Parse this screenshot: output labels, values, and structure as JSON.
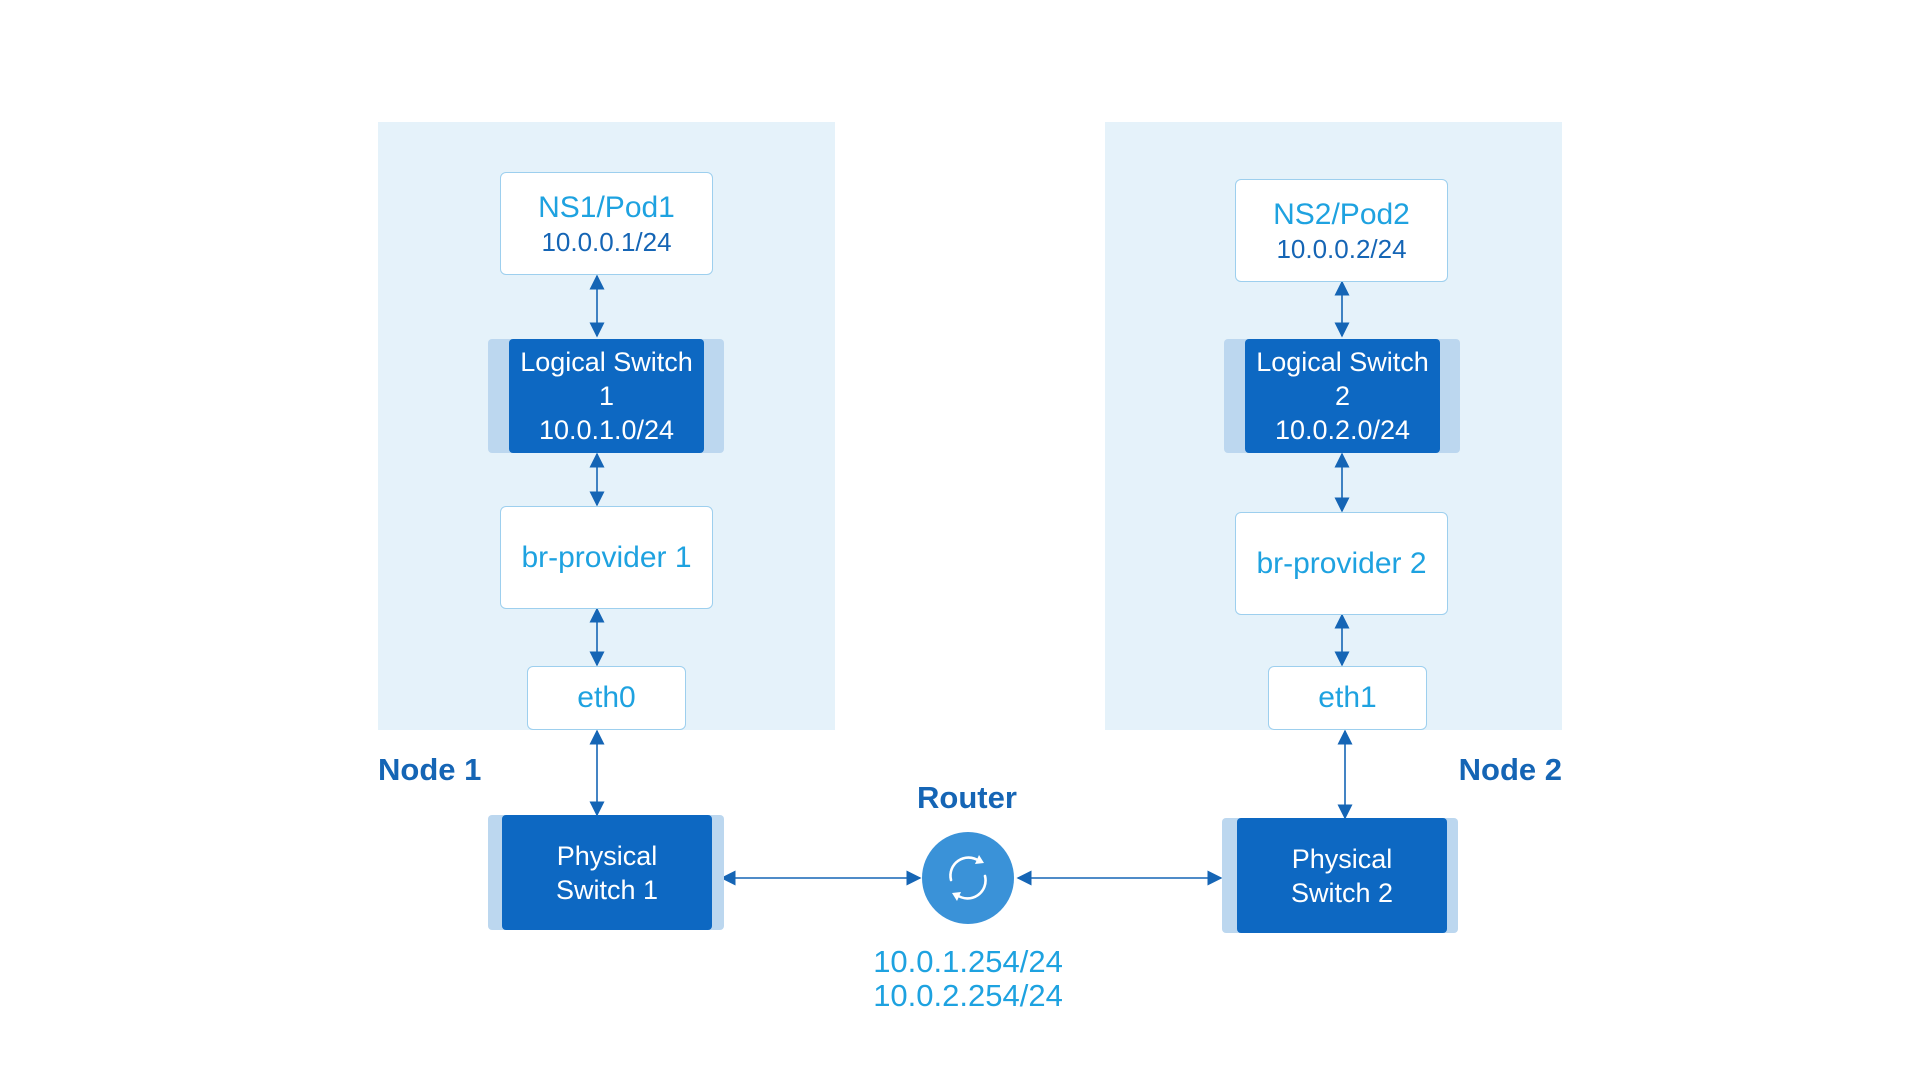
{
  "node1": {
    "label": "Node 1",
    "pod": {
      "name": "NS1/Pod1",
      "ip": "10.0.0.1/24"
    },
    "logical_switch": {
      "name": "Logical Switch 1",
      "cidr": "10.0.1.0/24"
    },
    "bridge": "br-provider 1",
    "nic": "eth0",
    "physical_switch": {
      "line1": "Physical",
      "line2": "Switch 1"
    }
  },
  "node2": {
    "label": "Node 2",
    "pod": {
      "name": "NS2/Pod2",
      "ip": "10.0.0.2/24"
    },
    "logical_switch": {
      "name": "Logical Switch 2",
      "cidr": "10.0.2.0/24"
    },
    "bridge": "br-provider 2",
    "nic": "eth1",
    "physical_switch": {
      "line1": "Physical",
      "line2": "Switch 2"
    }
  },
  "router": {
    "label": "Router",
    "ips": [
      "10.0.1.254/24",
      "10.0.2.254/24"
    ],
    "icon": "refresh-icon"
  },
  "colors": {
    "node_background": "#e5f2fa",
    "switch_fill": "#0d68c2",
    "switch_shadow": "#bcd7ef",
    "box_border": "#9dcfee",
    "text_light": "#1ea2e0",
    "text_dark": "#1565b5",
    "link": "#1565b5",
    "router_fill": "#3a92d8"
  }
}
